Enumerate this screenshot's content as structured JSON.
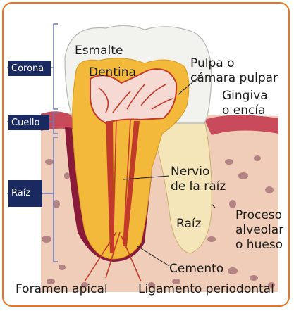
{
  "diagram": {
    "region_tags": {
      "corona": "Corona",
      "cuello": "Cuello",
      "raiz": "Raíz"
    },
    "labels": {
      "esmalte": "Esmalte",
      "dentina": "Dentina",
      "pulpa_line1": "Pulpa o",
      "pulpa_line2": "cámara pulpar",
      "gingiva_line1": "Gingiva",
      "gingiva_line2": "o encía",
      "nervio_line1": "Nervio",
      "nervio_line2": "de la raíz",
      "raiz_root": "Raíz",
      "proceso_line1": "Proceso",
      "proceso_line2": "alveolar",
      "proceso_line3": "o hueso",
      "cemento": "Cemento",
      "foramen": "Foramen apical",
      "ligamento": "Ligamento periodontal"
    },
    "colors": {
      "frame": "#e8741e",
      "tag_bg": "#1a2960",
      "enamel": "#f2f2ee",
      "dentin": "#f2b93a",
      "pulp": "#c23a2a",
      "gum": "#c94a5a",
      "bone": "#efcdb8",
      "bone_spot": "#a06a70",
      "bracket": "#6a7ab8"
    }
  }
}
